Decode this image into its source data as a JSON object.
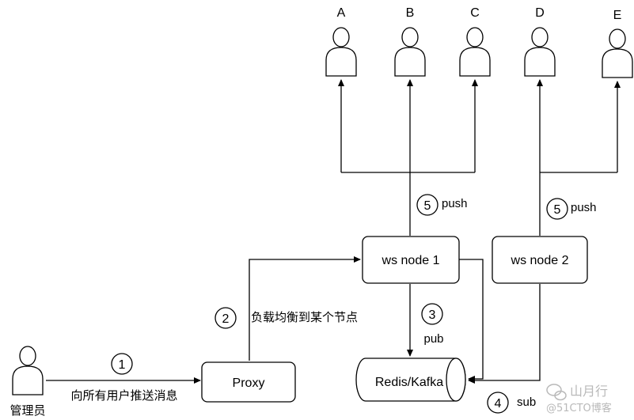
{
  "users": [
    {
      "id": "a",
      "label": "A"
    },
    {
      "id": "b",
      "label": "B"
    },
    {
      "id": "c",
      "label": "C"
    },
    {
      "id": "d",
      "label": "D"
    },
    {
      "id": "e",
      "label": "E"
    }
  ],
  "admin": {
    "label": "管理员"
  },
  "nodes": {
    "proxy": "Proxy",
    "ws1": "ws node 1",
    "ws2": "ws node 2",
    "queue": "Redis/Kafka"
  },
  "steps": [
    {
      "num": "1",
      "text": "向所有用户推送消息"
    },
    {
      "num": "2",
      "text": "负载均衡到某个节点"
    },
    {
      "num": "3",
      "text": "pub"
    },
    {
      "num": "4",
      "text": "sub"
    },
    {
      "num": "5",
      "text": "push"
    },
    {
      "num": "5",
      "text": "push"
    }
  ],
  "watermark": {
    "name": "山月行",
    "site": "@51CTO博客"
  }
}
